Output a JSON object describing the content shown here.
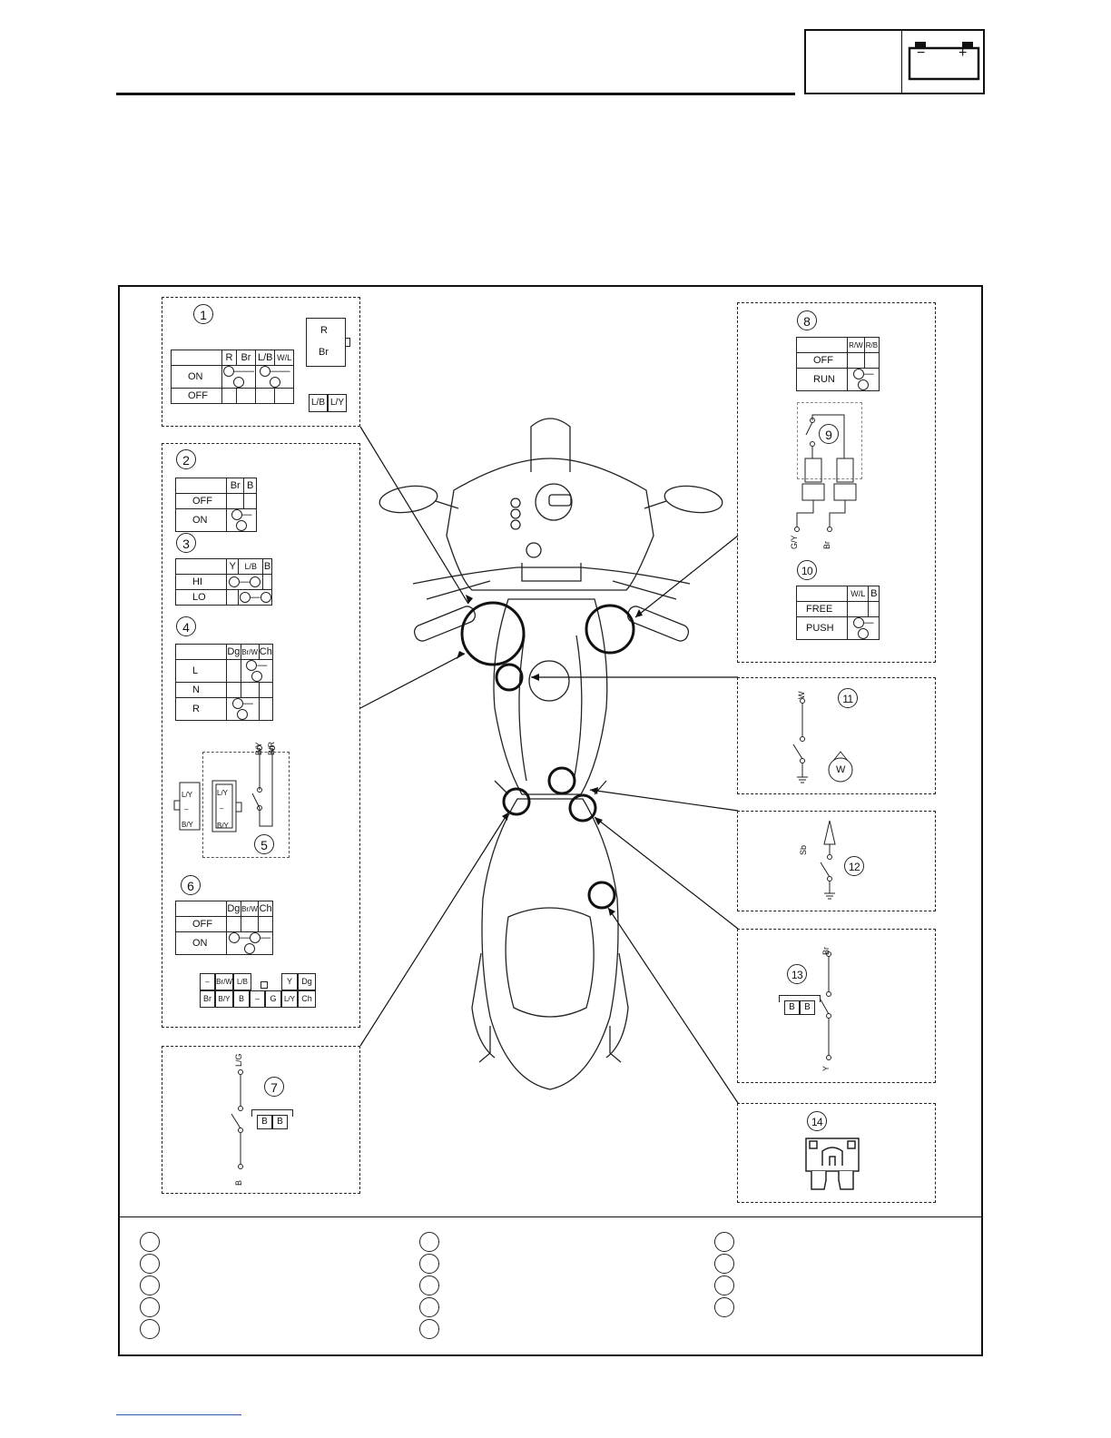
{
  "header": {
    "battery_icon": "battery-icon",
    "minus": "−",
    "plus": "+"
  },
  "callouts": [
    "1",
    "2",
    "3",
    "4",
    "5",
    "6",
    "7",
    "8",
    "9",
    "10",
    "11",
    "12",
    "13",
    "14"
  ],
  "sw1": {
    "cols": [
      "R",
      "Br",
      "L/B",
      "W/L"
    ],
    "rows": [
      "ON",
      "OFF"
    ],
    "connector_top": [
      "R",
      "Br"
    ],
    "connector_bottom": [
      "L/B",
      "L/Y"
    ]
  },
  "sw2": {
    "cols": [
      "Br",
      "B"
    ],
    "rows": [
      "OFF",
      "ON"
    ]
  },
  "sw3": {
    "cols": [
      "Y",
      "L/B",
      "B"
    ],
    "rows": [
      "HI",
      "LO"
    ]
  },
  "sw4": {
    "cols": [
      "Dg",
      "Br/W",
      "Ch"
    ],
    "rows": [
      "L",
      "N",
      "R"
    ]
  },
  "sw5": {
    "wires": [
      "B/Y",
      "B/R"
    ],
    "pins_outer": [
      "L/Y",
      "–",
      "B/Y"
    ],
    "pins_inner": [
      "L/Y",
      "–",
      "B/Y"
    ]
  },
  "sw6": {
    "cols": [
      "Dg",
      "Br/W",
      "Ch"
    ],
    "rows": [
      "OFF",
      "ON"
    ],
    "connector_top": [
      "–",
      "Br/W",
      "L/B",
      "",
      "Y",
      "Dg"
    ],
    "connector_bottom": [
      "Br",
      "B/Y",
      "B",
      "–",
      "G",
      "L/Y",
      "Ch"
    ]
  },
  "sw7": {
    "wires": [
      "L/G",
      "B"
    ],
    "connector": [
      "B",
      "B"
    ]
  },
  "sw8": {
    "cols": [
      "R/W",
      "R/B"
    ],
    "rows": [
      "OFF",
      "RUN"
    ]
  },
  "sw9": {
    "wires": [
      "G/Y",
      "Br"
    ]
  },
  "sw10": {
    "cols": [
      "W/L",
      "B"
    ],
    "rows": [
      "FREE",
      "PUSH"
    ]
  },
  "sw11": {
    "wire": "W",
    "connector": "W"
  },
  "sw12": {
    "wire": "Sb"
  },
  "sw13": {
    "wires": [
      "Br",
      "Y"
    ],
    "connector": [
      "B",
      "B"
    ]
  },
  "sw14": {
    "icon": "fuse-icon"
  }
}
